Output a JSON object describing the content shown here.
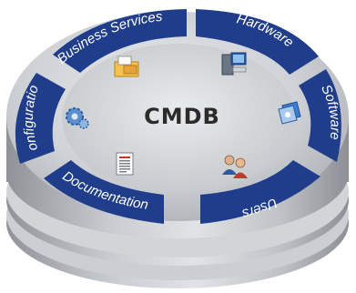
{
  "center": {
    "title": "CMDB"
  },
  "segments": [
    {
      "label": "Business Services",
      "icon": "folder-box-icon"
    },
    {
      "label": "Hardware",
      "icon": "computer-icon"
    },
    {
      "label": "Software",
      "icon": "software-box-icon"
    },
    {
      "label": "Users",
      "icon": "users-icon"
    },
    {
      "label": "Documentation",
      "icon": "document-icon"
    },
    {
      "label": "Configuration",
      "icon": "gears-icon"
    }
  ],
  "colors": {
    "ring_blue": "#1f3d8a",
    "disc_top": "#c9ccd0",
    "disc_side": "#b4b7bc",
    "label_text": "#ffffff",
    "center_text": "#2b2b2b"
  }
}
